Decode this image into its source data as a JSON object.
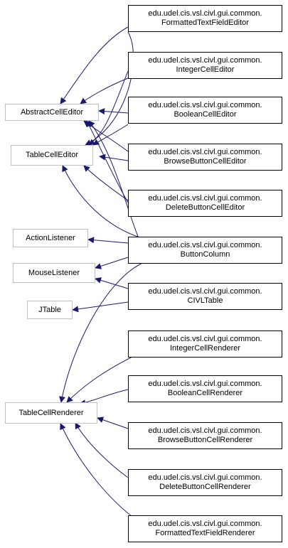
{
  "colors": {
    "edge": "#191970",
    "external_border": "#bfbfbf",
    "class_border": "#000000"
  },
  "external_classes": {
    "abstract_cell_editor": "AbstractCellEditor",
    "table_cell_editor": "TableCellEditor",
    "action_listener": "ActionListener",
    "mouse_listener": "MouseListener",
    "jtable": "JTable",
    "table_cell_renderer": "TableCellRenderer"
  },
  "classes": {
    "formatted_text_field_editor": {
      "package": "edu.udel.cis.vsl.civl.gui.common.",
      "name": "FormattedTextFieldEditor"
    },
    "integer_cell_editor": {
      "package": "edu.udel.cis.vsl.civl.gui.common.",
      "name": "IntegerCellEditor"
    },
    "boolean_cell_editor": {
      "package": "edu.udel.cis.vsl.civl.gui.common.",
      "name": "BooleanCellEditor"
    },
    "browse_button_cell_editor": {
      "package": "edu.udel.cis.vsl.civl.gui.common.",
      "name": "BrowseButtonCellEditor"
    },
    "delete_button_cell_editor": {
      "package": "edu.udel.cis.vsl.civl.gui.common.",
      "name": "DeleteButtonCellEditor"
    },
    "button_column": {
      "package": "edu.udel.cis.vsl.civl.gui.common.",
      "name": "ButtonColumn"
    },
    "civl_table": {
      "package": "edu.udel.cis.vsl.civl.gui.common.",
      "name": "CIVLTable"
    },
    "integer_cell_renderer": {
      "package": "edu.udel.cis.vsl.civl.gui.common.",
      "name": "IntegerCellRenderer"
    },
    "boolean_cell_renderer": {
      "package": "edu.udel.cis.vsl.civl.gui.common.",
      "name": "BooleanCellRenderer"
    },
    "browse_button_cell_renderer": {
      "package": "edu.udel.cis.vsl.civl.gui.common.",
      "name": "BrowseButtonCellRenderer"
    },
    "delete_button_cell_renderer": {
      "package": "edu.udel.cis.vsl.civl.gui.common.",
      "name": "DeleteButtonCellRenderer"
    },
    "formatted_text_field_renderer": {
      "package": "edu.udel.cis.vsl.civl.gui.common.",
      "name": "FormattedTextFieldRenderer"
    }
  }
}
